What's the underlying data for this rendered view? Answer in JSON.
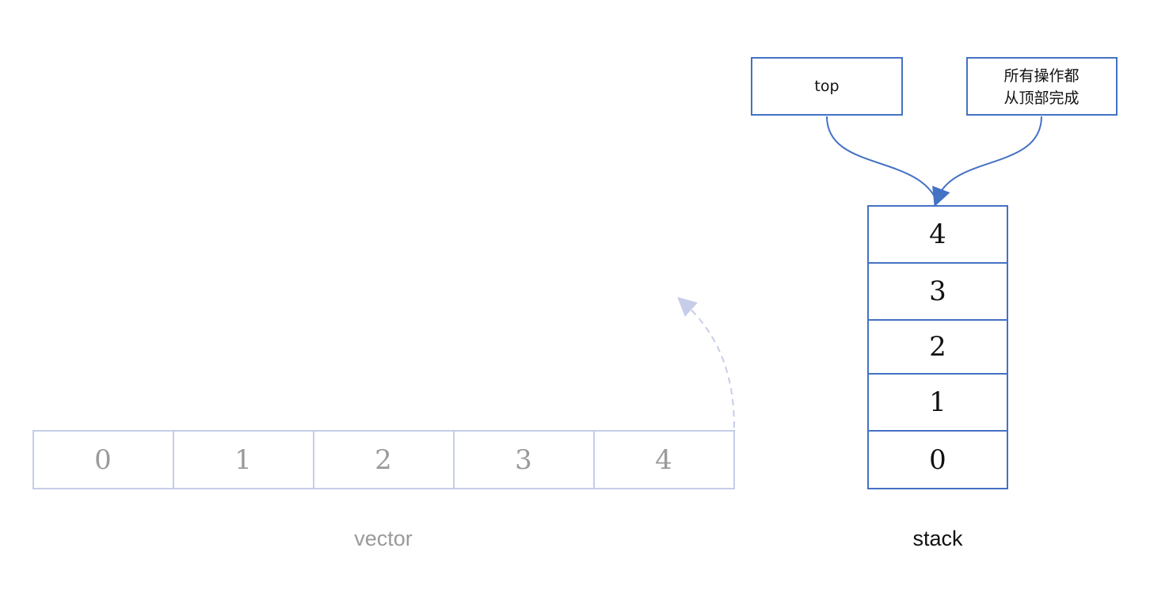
{
  "vector": {
    "cells": [
      "0",
      "1",
      "2",
      "3",
      "4"
    ],
    "caption": "vector"
  },
  "stack": {
    "cells_top_to_bottom": [
      "4",
      "3",
      "2",
      "1",
      "0"
    ],
    "caption": "stack"
  },
  "labels": {
    "top": "top",
    "note_line1": "所有操作都",
    "note_line2": "从顶部完成"
  },
  "colors": {
    "stack_stroke": "#4472c4",
    "vector_stroke": "#c5cde8",
    "vector_text": "#9a9a9a",
    "dashed_arrow": "#c5cde8"
  }
}
